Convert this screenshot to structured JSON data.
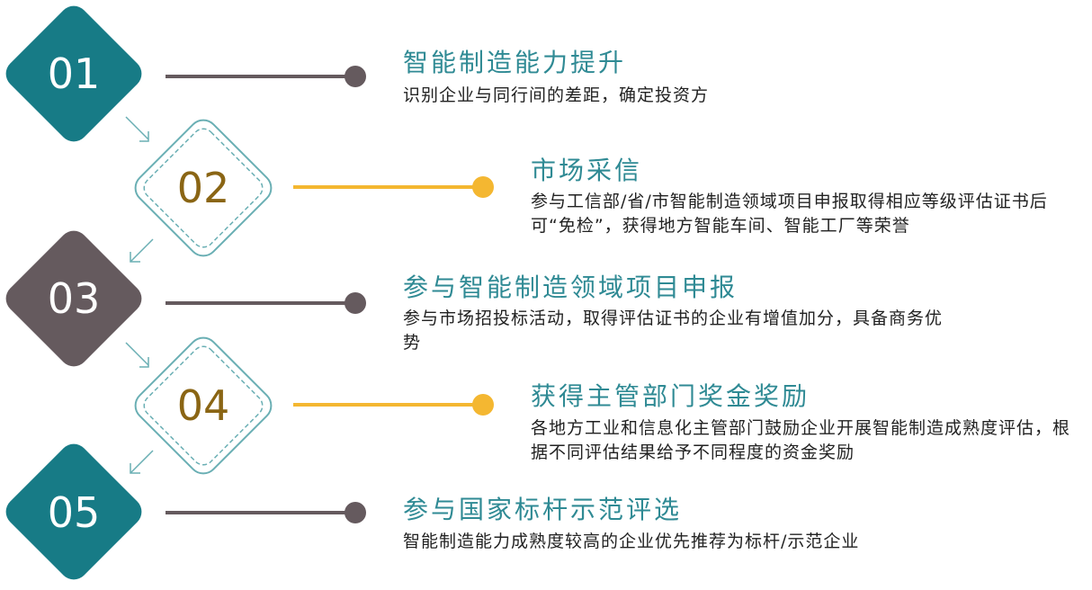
{
  "colors": {
    "teal": "#177b86",
    "plum": "#655a5e",
    "gold": "#f4b731",
    "gold_text": "#8a6514",
    "title_text": "#2f8a94",
    "outline": "#6aafb4",
    "arrow": "#6aafb4"
  },
  "steps": [
    {
      "number": "01",
      "title": "智能制造能力提升",
      "description": "识别企业与同行间的差距，确定投资方"
    },
    {
      "number": "02",
      "title": "市场采信",
      "description": "参与工信部/省/市智能制造领域项目申报取得相应等级评估证书后可“免检”，获得地方智能车间、智能工厂等荣誉"
    },
    {
      "number": "03",
      "title": "参与智能制造领域项目申报",
      "description": "参与市场招投标活动，取得评估证书的企业有增值加分，具备商务优势"
    },
    {
      "number": "04",
      "title": "获得主管部门奖金奖励",
      "description": "各地方工业和信息化主管部门鼓励企业开展智能制造成熟度评估，根据不同评估结果给予不同程度的资金奖励"
    },
    {
      "number": "05",
      "title": "参与国家标杆示范评选",
      "description": "智能制造能力成熟度较高的企业优先推荐为标杆/示范企业"
    }
  ]
}
